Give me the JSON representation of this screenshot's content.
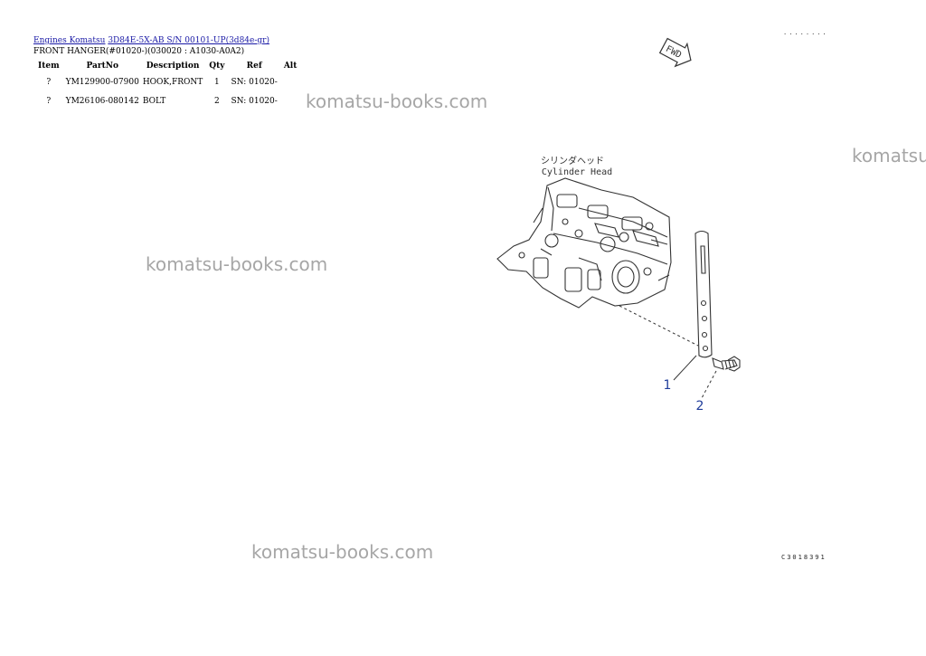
{
  "breadcrumb": {
    "link1": "Engines Komatsu",
    "link2": "3D84E-5X-AB S/N 00101-UP(3d84e-gr)"
  },
  "page_title": "FRONT HANGER(#01020-)(030020 : A1030-A0A2)",
  "table": {
    "headers": [
      "Item",
      "PartNo",
      "Description",
      "Qty",
      "Ref",
      "Alt"
    ],
    "rows": [
      {
        "item": "?",
        "part_no": "YM129900-07900",
        "description": "HOOK,FRONT",
        "qty": "1",
        "ref": "SN: 01020-",
        "alt": ""
      },
      {
        "item": "?",
        "part_no": "YM26106-080142",
        "description": "BOLT",
        "qty": "2",
        "ref": "SN: 01020-",
        "alt": ""
      }
    ]
  },
  "watermark": "komatsu-books.com",
  "diagram": {
    "label_jp": "シリンダヘッド",
    "label_en": "Cylinder Head",
    "fwd": "FWD",
    "callout_1": "1",
    "callout_2": "2",
    "corner_mark": "........",
    "figure_code": "C3018391"
  }
}
